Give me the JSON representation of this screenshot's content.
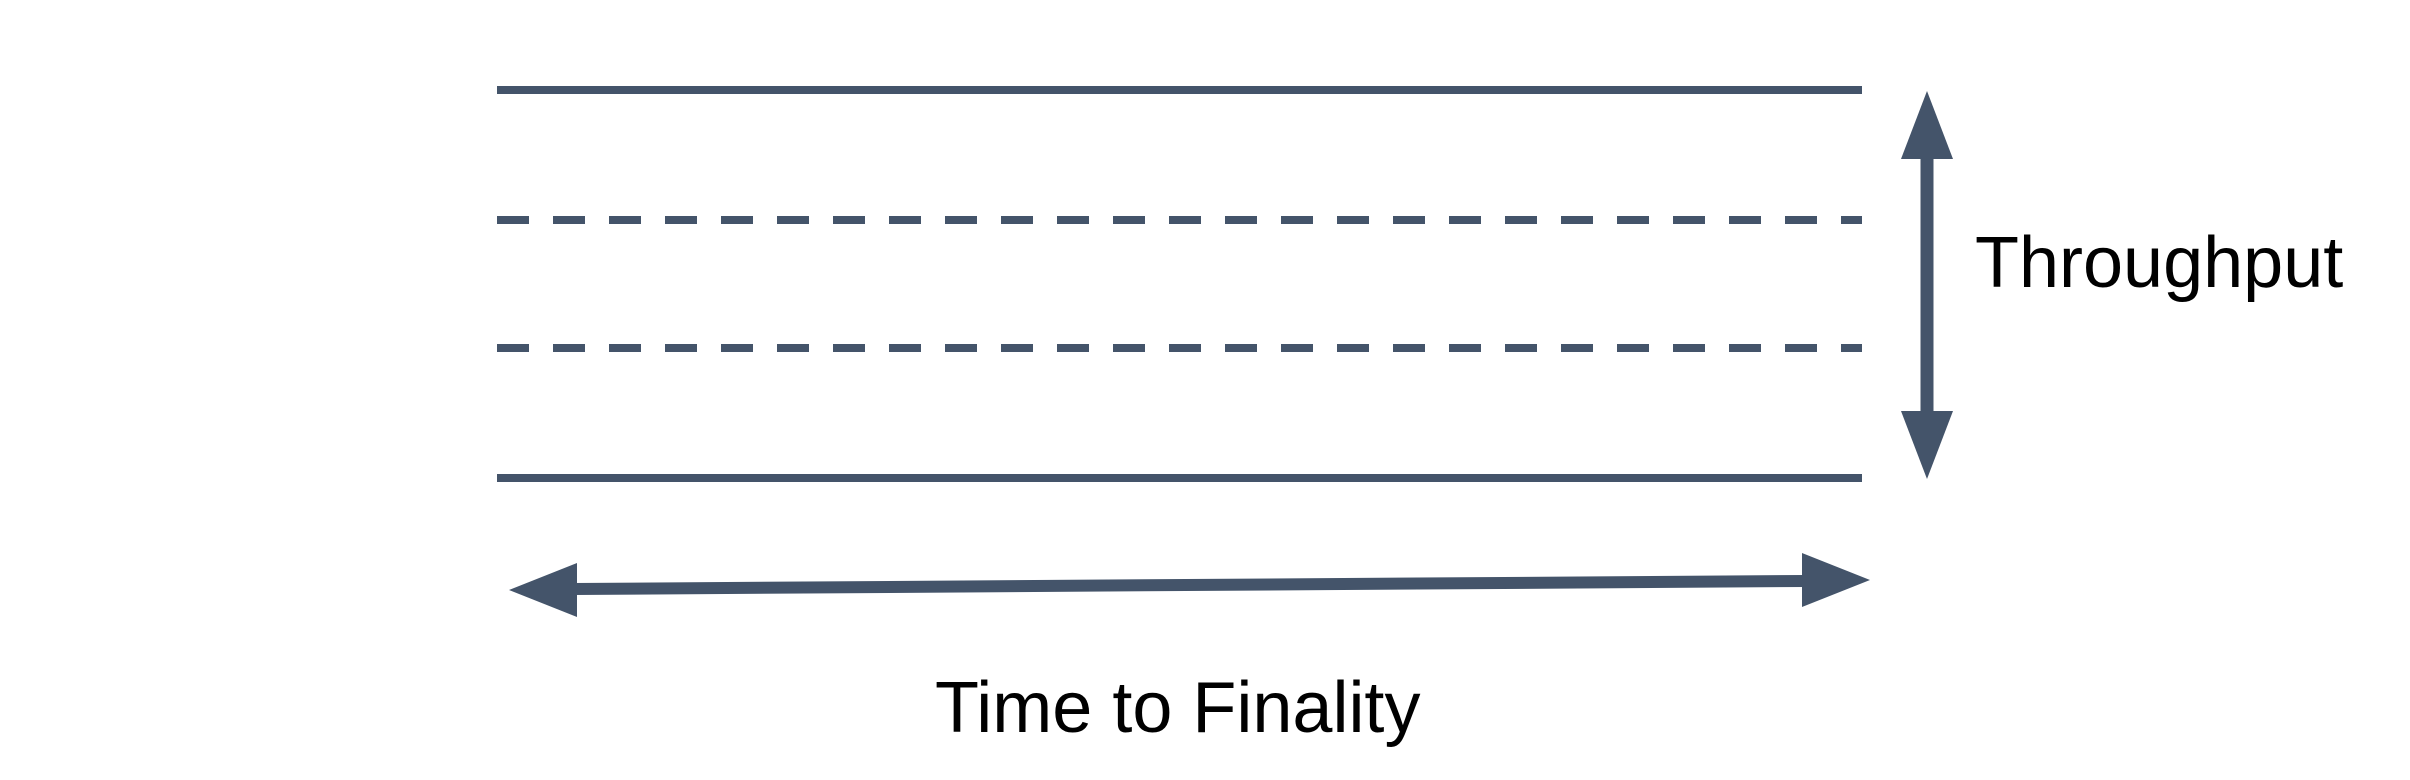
{
  "diagram": {
    "background_color": "#ffffff",
    "shape_color": "#44546a",
    "text_color": "#000000",
    "band": {
      "lines": [
        "solid",
        "dashed",
        "dashed",
        "solid"
      ]
    },
    "labels": {
      "throughput": "Throughput",
      "time_to_finality": "Time to Finality"
    }
  }
}
